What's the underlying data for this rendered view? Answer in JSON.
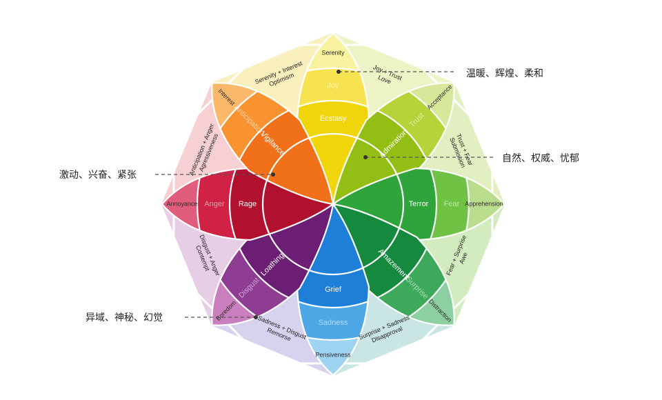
{
  "petals": [
    {
      "id": "joy",
      "angle": 0,
      "colors": [
        "#f9f3a0",
        "#f7e34f",
        "#f0d50a"
      ],
      "labels": [
        "Serenity",
        "Joy",
        "Ecstasy"
      ]
    },
    {
      "id": "trust",
      "angle": 45,
      "colors": [
        "#d8e89a",
        "#b6d43a",
        "#93bf14"
      ],
      "labels": [
        "Acceptance",
        "Trust",
        "Admiration"
      ]
    },
    {
      "id": "fear",
      "angle": 90,
      "colors": [
        "#b9dd8c",
        "#6fc244",
        "#2ea43a"
      ],
      "labels": [
        "Apprehension",
        "Fear",
        "Terror"
      ]
    },
    {
      "id": "surprise",
      "angle": 135,
      "colors": [
        "#8ccfa0",
        "#3daa5b",
        "#15893e"
      ],
      "labels": [
        "Distraction",
        "Surprise",
        "Amazement"
      ]
    },
    {
      "id": "sadness",
      "angle": 180,
      "colors": [
        "#9fd3f2",
        "#4fa8e6",
        "#1d7fd8"
      ],
      "labels": [
        "Pensiveness",
        "Sadness",
        "Grief"
      ]
    },
    {
      "id": "disgust",
      "angle": 225,
      "colors": [
        "#c97fbe",
        "#8f3c93",
        "#6b1e74"
      ],
      "labels": [
        "Boredom",
        "Disgust",
        "Loathing"
      ]
    },
    {
      "id": "anger",
      "angle": 270,
      "colors": [
        "#e05d7c",
        "#cf2244",
        "#b1112f"
      ],
      "labels": [
        "Annoyance",
        "Anger",
        "Rage"
      ]
    },
    {
      "id": "anticipation",
      "angle": 315,
      "colors": [
        "#fbb86a",
        "#f8932f",
        "#f0711a"
      ],
      "labels": [
        "Interest",
        "Anticipation",
        "Vigilance"
      ]
    }
  ],
  "dyads": [
    {
      "angle": 22.5,
      "color": "#eef3c6",
      "label": "Joy + Trust\nLove"
    },
    {
      "angle": 67.5,
      "color": "#e2efc0",
      "label": "Trust + Fear\nSubmission"
    },
    {
      "angle": 112.5,
      "color": "#d2ecbf",
      "label": "Fear + Surprise\nAwe"
    },
    {
      "angle": 157.5,
      "color": "#c9e6e4",
      "label": "Surprise + Sadness\nDisapproval"
    },
    {
      "angle": 202.5,
      "color": "#d7d3ee",
      "label": "Sadness + Disgust\nRemorse"
    },
    {
      "angle": 247.5,
      "color": "#e8cde6",
      "label": "Disgust + Anger\nContempt"
    },
    {
      "angle": 292.5,
      "color": "#f7d0d3",
      "label": "Anticipation + Anger\nAgressiveness"
    },
    {
      "angle": 337.5,
      "color": "#faf0bd",
      "label": "Serenity + Interest\nOptimism"
    }
  ],
  "annotations": [
    {
      "text": "温暖、辉煌、柔和"
    },
    {
      "text": "自然、权威、忧郁"
    },
    {
      "text": "激动、兴奋、紧张"
    },
    {
      "text": "异域、神秘、幻觉"
    }
  ]
}
